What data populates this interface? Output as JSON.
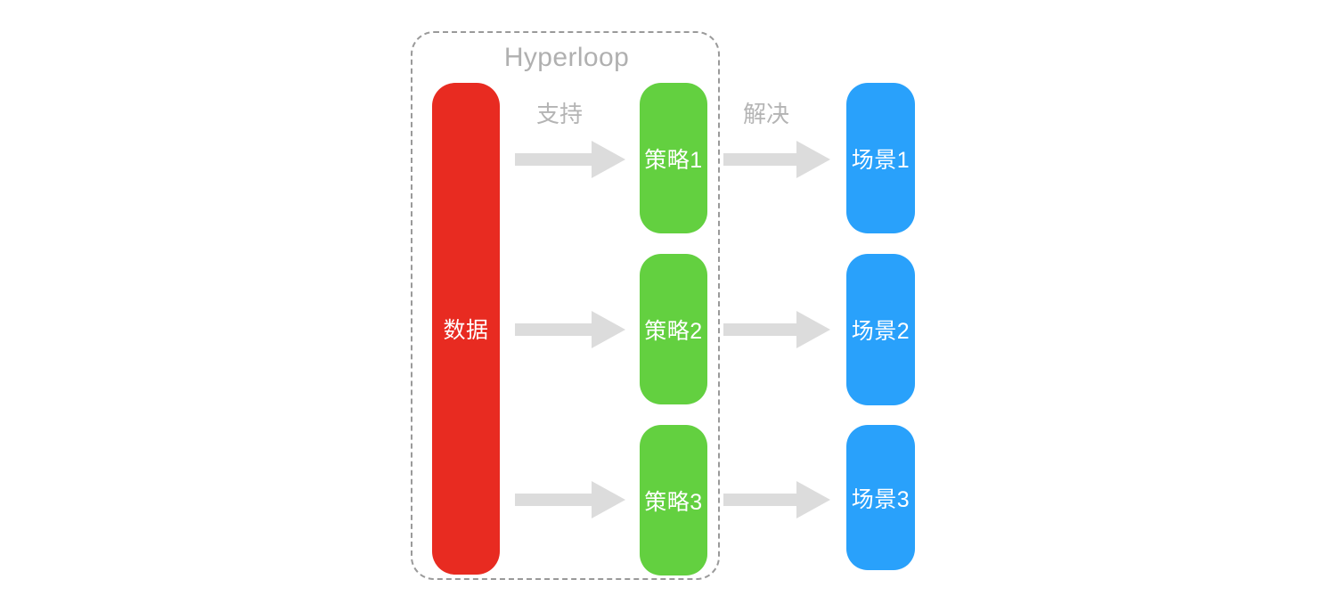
{
  "diagram": {
    "title": "Hyperloop",
    "background_color": "#ffffff",
    "group": {
      "label": "Hyperloop",
      "border_style": "dashed",
      "border_color": "#9a9a9a"
    },
    "colors": {
      "data_node": "#e82b21",
      "strategy_node": "#63d040",
      "scene_node": "#29a1fb",
      "arrow": "#dcdcdc",
      "label_text": "#b4b4b4",
      "title_text": "#b0b0b0",
      "node_text": "#ffffff"
    },
    "nodes": {
      "data": {
        "label": "数据",
        "color": "#e82b21"
      },
      "strategies": [
        {
          "label": "策略1",
          "color": "#63d040"
        },
        {
          "label": "策略2",
          "color": "#63d040"
        },
        {
          "label": "策略3",
          "color": "#63d040"
        }
      ],
      "scenes": [
        {
          "label": "场景1",
          "color": "#29a1fb"
        },
        {
          "label": "场景2",
          "color": "#29a1fb"
        },
        {
          "label": "场景3",
          "color": "#29a1fb"
        }
      ]
    },
    "edges": {
      "support_label": "支持",
      "solve_label": "解决"
    }
  }
}
